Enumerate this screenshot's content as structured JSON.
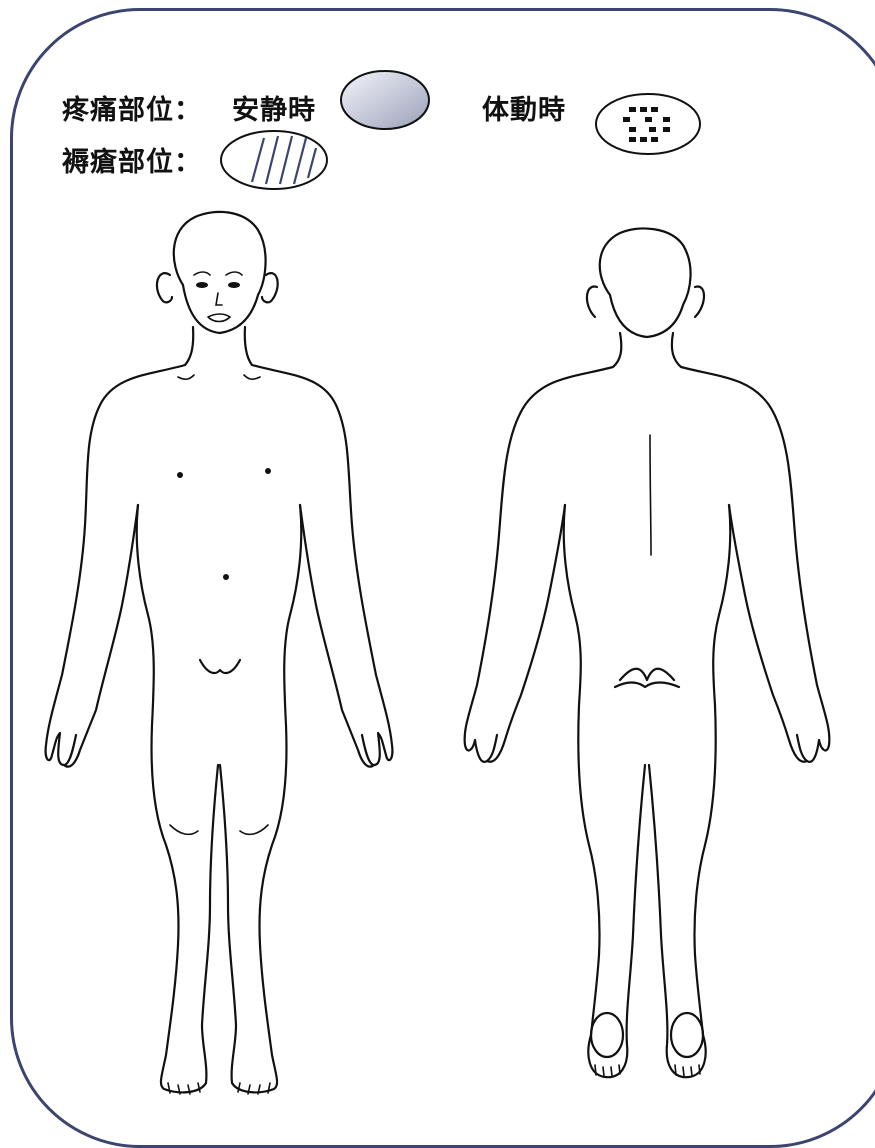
{
  "legend": {
    "pain_label": "疼痛部位：",
    "rest_label": "安静時",
    "movement_label": "体動時",
    "pressure_ulcer_label": "褥瘡部位："
  },
  "colors": {
    "frame": "#3c4470",
    "rest_fill_light": "#f4f5fb",
    "rest_fill_dark": "#9aa0b8",
    "ink": "#111111"
  },
  "figures": [
    "body-front",
    "body-back"
  ]
}
